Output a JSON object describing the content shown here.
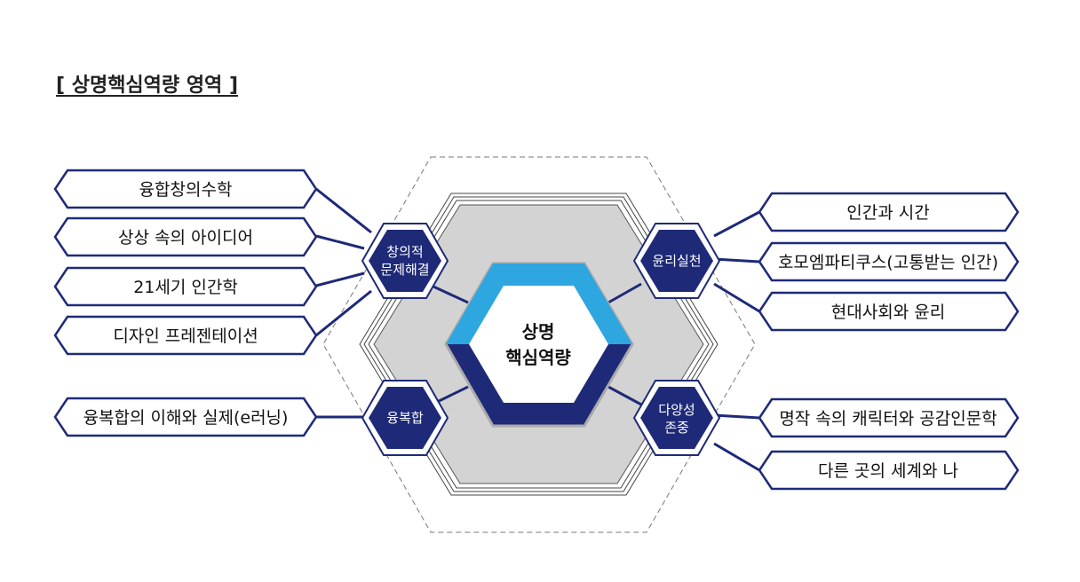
{
  "title": "[ 상명핵심역량 영역 ]",
  "core": {
    "line1": "상명",
    "line2": "핵심역량"
  },
  "colors": {
    "navy": "#1e2a78",
    "sky": "#2ea6e0",
    "gray": "#d3d3d3",
    "boxBorder": "#1e2a78"
  },
  "competencies": [
    {
      "line1": "창의적",
      "line2": "문제해결"
    },
    {
      "line1": "윤리실천",
      "line2": ""
    },
    {
      "line1": "융복합",
      "line2": ""
    },
    {
      "line1": "다양성",
      "line2": "존중"
    }
  ],
  "left_items": [
    "융합창의수학",
    "상상 속의 아이디어",
    "21세기 인간학",
    "디자인 프레젠테이션",
    "융복합의 이해와 실제(e러닝)"
  ],
  "right_items": [
    "인간과 시간",
    "호모엠파티쿠스(고통받는 인간)",
    "현대사회와 윤리",
    "명작 속의 캐릭터와 공감인문학",
    "다른 곳의 세계와 나"
  ]
}
